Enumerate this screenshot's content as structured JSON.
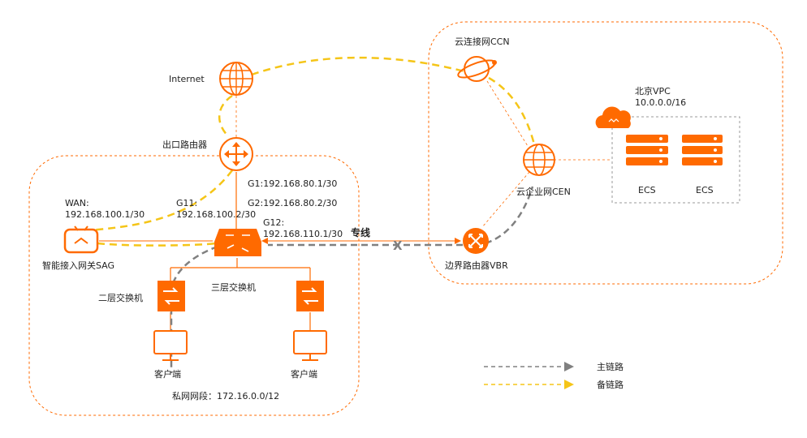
{
  "colors": {
    "accent": "#ff6a00",
    "primary_link": "#808080",
    "backup_link": "#f5c518",
    "region_border": "#ff6a00",
    "vpc_border": "#9a9a9a",
    "cross_mark": "#808080"
  },
  "nodes": {
    "internet": {
      "label": "Internet",
      "icon": "globe-icon"
    },
    "ccn": {
      "label": "云连接网CCN",
      "icon": "planet-icon"
    },
    "exit_router": {
      "label": "出口路由器",
      "icon": "router-icon"
    },
    "cen": {
      "label": "云企业网CEN",
      "icon": "globe-icon"
    },
    "vpc": {
      "label_line1": "北京VPC",
      "label_line2": "10.0.0.0/16",
      "icon": "cloud-icon"
    },
    "ecs1": {
      "label": "ECS",
      "icon": "server-icon"
    },
    "ecs2": {
      "label": "ECS",
      "icon": "server-icon"
    },
    "sag": {
      "label": "智能接入网关SAG",
      "icon": "sag-device-icon"
    },
    "core_switch": {
      "label": "三层交换机",
      "icon": "l3-switch-icon"
    },
    "vbr": {
      "label": "边界路由器VBR",
      "icon": "vbr-router-icon"
    },
    "l2_switch": {
      "label": "二层交换机",
      "icon": "l2-switch-icon"
    },
    "switch2": {
      "icon": "l2-switch-icon"
    },
    "client1": {
      "label": "客户端",
      "icon": "monitor-icon"
    },
    "client2": {
      "label": "客户端",
      "icon": "monitor-icon"
    }
  },
  "interfaces": {
    "g1": "G1:192.168.80.1/30",
    "g2": "G2:192.168.80.2/30",
    "g11_line1": "G11:",
    "g11_line2": "192.168.100.2/30",
    "g12_line1": "G12:",
    "g12_line2": "192.168.110.1/30",
    "wan_line1": "WAN:",
    "wan_line2": "192.168.100.1/30"
  },
  "links": {
    "leased_line": "专线",
    "private_net": "私网网段：172.16.0.0/12"
  },
  "legend": {
    "primary": "主链路",
    "backup": "备链路"
  }
}
